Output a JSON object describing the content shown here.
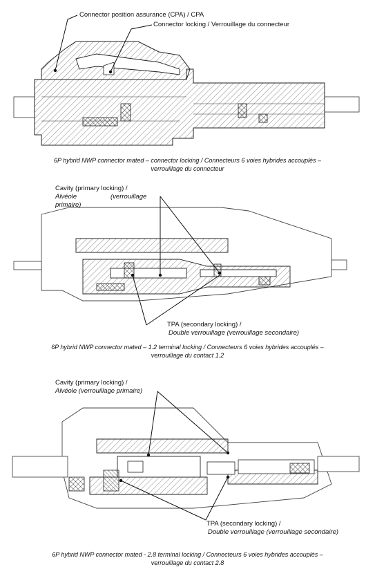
{
  "figure1": {
    "label_cpa": "Connector position assurance (CPA) / CPA",
    "label_locking": "Connector locking / Verrouillage du connecteur",
    "caption_line1": "6P hybrid NWP connector mated – connector locking / Connecteurs 6 voies hybrides accouplés –",
    "caption_line2": "verrouillage du connecteur"
  },
  "figure2": {
    "label_cavity_line1": "Cavity (primary locking) /",
    "label_cavity_line2a": "Alvéole",
    "label_cavity_line2b": "(verrouillage",
    "label_cavity_line3": "primaire)",
    "label_tpa_line1": "TPA (secondary locking) /",
    "label_tpa_line2": "Double verrouillage (verrouillage secondaire)",
    "caption_line1": "6P hybrid NWP connector mated – 1.2 terminal locking / Connecteurs 6 voies hybrides accouplés –",
    "caption_line2": "verrouillage du contact 1.2"
  },
  "figure3": {
    "label_cavity_line1": "Cavity (primary locking) /",
    "label_cavity_line2": "Alvéole (verrouillage primaire)",
    "label_tpa_line1": "TPA (secondary locking) /",
    "label_tpa_line2": "Double verrouillage (verrouillage secondaire)",
    "caption_line1": "6P hybrid NWP connector mated - 2.8 terminal locking / Connecteurs 6 voies hybrides accouplés –",
    "caption_line2": "verrouillage du contact 2.8"
  }
}
